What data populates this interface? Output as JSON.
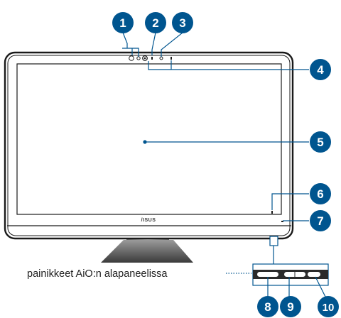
{
  "diagram": {
    "brand_logo": "/ISUS",
    "caption": "painikkeet AiO:n alapaneelissa",
    "callouts": [
      "1",
      "2",
      "3",
      "4",
      "5",
      "6",
      "7",
      "8",
      "9",
      "10"
    ],
    "colors": {
      "callout": "#00558f",
      "frame": "#1a1a1a",
      "bezel": "#101010",
      "screen": "#ffffff",
      "stand": "#5a5a5a"
    }
  }
}
